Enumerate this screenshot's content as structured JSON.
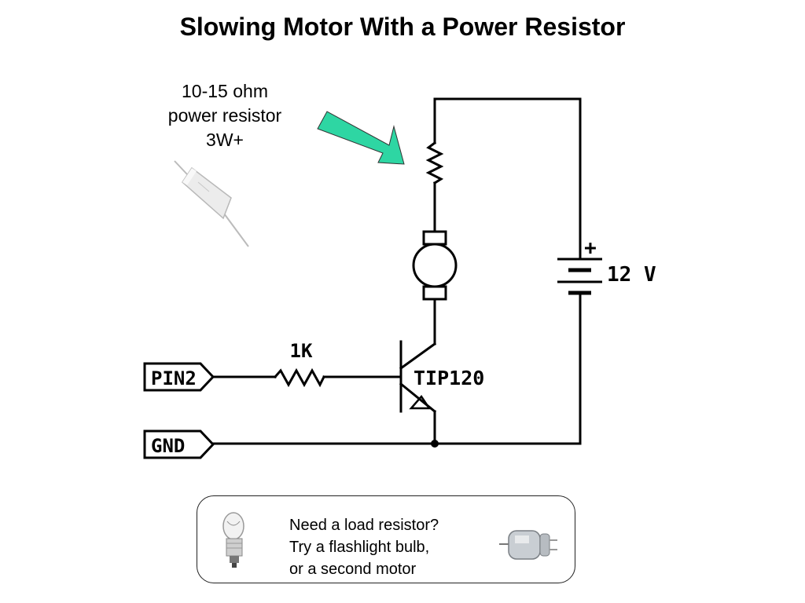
{
  "title": "Slowing Motor With a Power Resistor",
  "power_resistor_note": {
    "line1": "10-15 ohm",
    "line2": "power resistor",
    "line3": "3W+"
  },
  "schematic": {
    "pin_label": "PIN2",
    "gnd_label": "GND",
    "base_resistor_label": "1K",
    "transistor_label": "TIP120",
    "battery_label": "12 V",
    "battery_plus": "+"
  },
  "colors": {
    "arrow_fill": "#2ed6a3",
    "line": "#000000"
  },
  "load_tip": {
    "line1": "Need a load resistor?",
    "line2": "Try a flashlight bulb,",
    "line3": "or a second motor"
  },
  "icons": [
    "power-resistor-photo",
    "pointer-arrow",
    "flashlight-bulb-photo",
    "dc-motor-photo"
  ]
}
